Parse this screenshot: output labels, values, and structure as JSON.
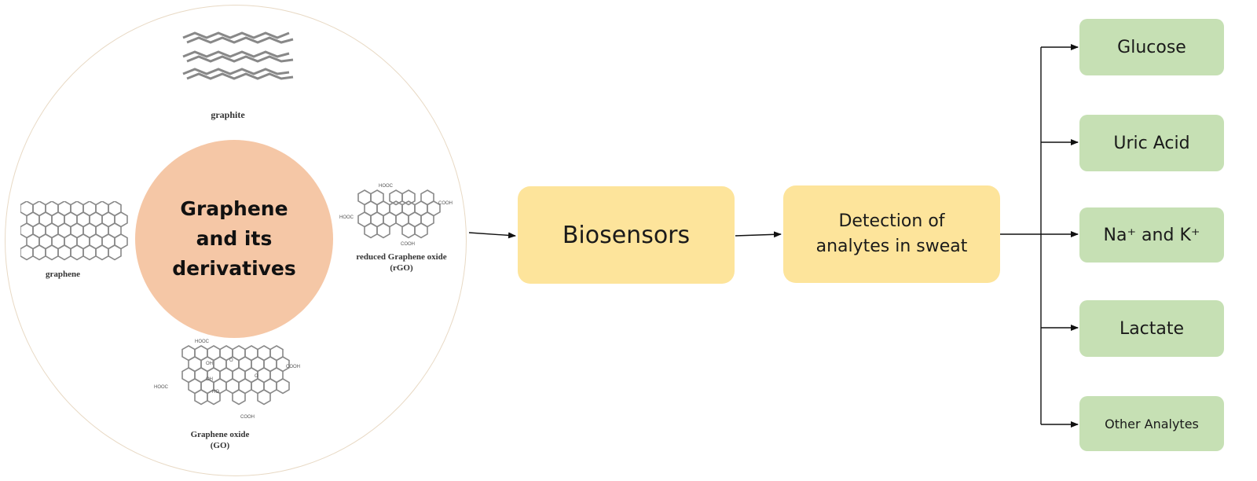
{
  "center": {
    "label": "Graphene\nand its\nderivatives"
  },
  "molecules": {
    "graphite": "graphite",
    "graphene": "graphene",
    "rgo": "reduced Graphene oxide\n(rGO)",
    "go": "Graphene oxide\n(GO)"
  },
  "flow": {
    "biosensors": "Biosensors",
    "detection": "Detection of\nanalytes in sweat"
  },
  "analytes": [
    {
      "label": "Glucose"
    },
    {
      "label": "Uric Acid"
    },
    {
      "label": "Na⁺ and K⁺"
    },
    {
      "label": "Lactate"
    },
    {
      "label": "Other Analytes"
    }
  ],
  "colors": {
    "center_fill": "#f5c7a6",
    "flow_box": "#fde49b",
    "analyte_box": "#c6e0b4"
  }
}
